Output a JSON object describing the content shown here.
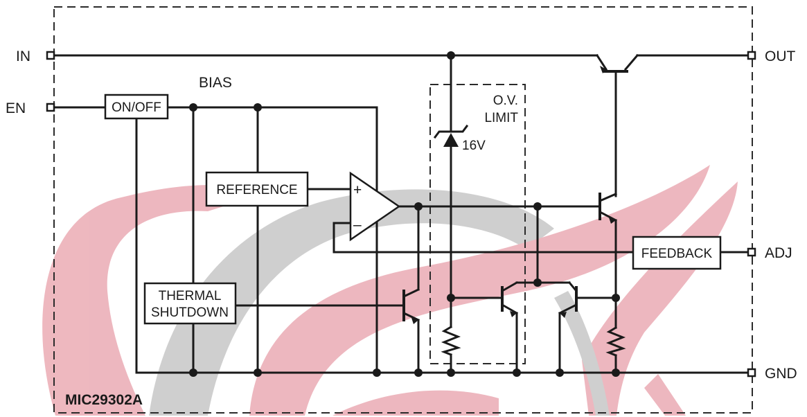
{
  "part_number": "MIC29302A",
  "pins": {
    "in": "IN",
    "en": "EN",
    "out": "OUT",
    "adj": "ADJ",
    "gnd": "GND"
  },
  "blocks": {
    "on_off": "ON/OFF",
    "reference": "REFERENCE",
    "thermal_line1": "THERMAL",
    "thermal_line2": "SHUTDOWN",
    "feedback": "FEEDBACK"
  },
  "labels": {
    "bias": "BIAS",
    "ov_line1": "O.V.",
    "ov_line2": "LIMIT",
    "zener": "16V",
    "plus": "+",
    "minus": "–"
  },
  "colors": {
    "watermark_red": "#e8a0aa",
    "watermark_gray": "#c0c0c0",
    "line": "#1a1a1a"
  }
}
